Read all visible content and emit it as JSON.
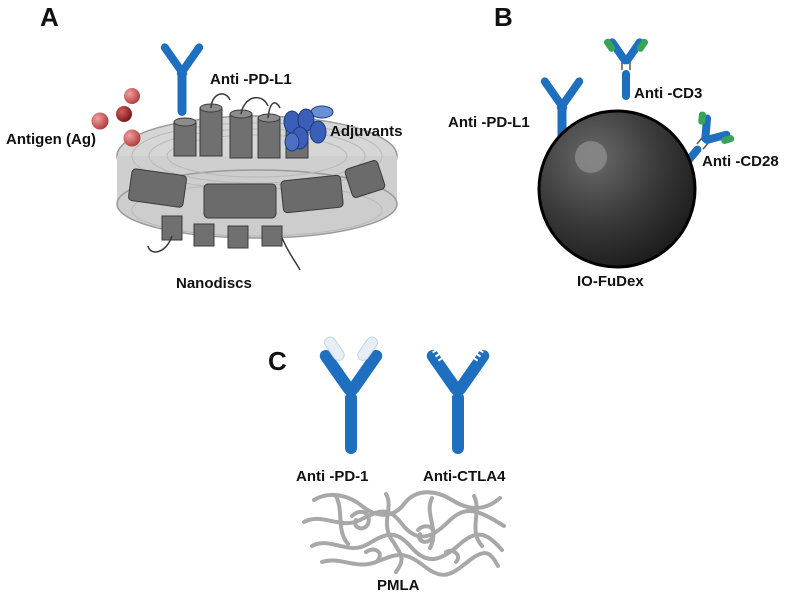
{
  "panels": {
    "a": {
      "letter": "A",
      "labels": {
        "anti_pd_l1": "Anti -PD-L1",
        "antigen": "Antigen (Ag)",
        "adjuvants": "Adjuvants",
        "nanodiscs": "Nanodiscs"
      }
    },
    "b": {
      "letter": "B",
      "labels": {
        "anti_pd_l1": "Anti -PD-L1",
        "anti_cd3": "Anti -CD3",
        "anti_cd28": "Anti -CD28",
        "io_fudex": "IO-FuDex"
      }
    },
    "c": {
      "letter": "C",
      "labels": {
        "anti_pd_1": "Anti -PD-1",
        "anti_ctla4": "Anti-CTLA4",
        "pmla": "PMLA"
      }
    }
  },
  "colors": {
    "antibody_blue": "#1e6fc0",
    "antibody_light": "#e8eef5",
    "antigen_red": "#c0504d",
    "adjuvant_blue": "#3b5fb8",
    "lipid_gray": "#d6d6d6",
    "protein_gray": "#6b6b6b",
    "bead_dark": "#2a2a2a",
    "green_fab": "#3aa35a",
    "polymer_gray": "#a8a8a8"
  }
}
